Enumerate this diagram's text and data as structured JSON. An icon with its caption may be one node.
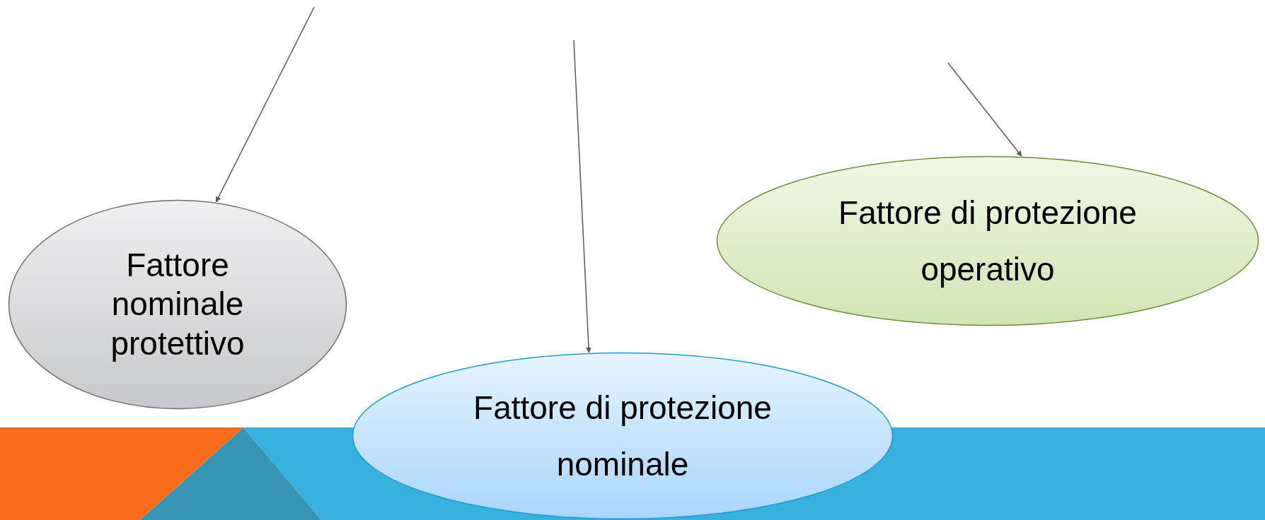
{
  "diagram": {
    "nodes": [
      {
        "text": [
          "Fattore nominale protettivo"
        ]
      },
      {
        "text": [
          "Fattore di protezione nominale"
        ]
      },
      {
        "text": [
          "Fattore di protezione operativo"
        ]
      }
    ],
    "edges": [
      {
        "from": null,
        "to": 0,
        "arrow": "to"
      },
      {
        "from": null,
        "to": 1,
        "arrow": "to"
      },
      {
        "from": null,
        "to": 2,
        "arrow": "to"
      }
    ]
  }
}
